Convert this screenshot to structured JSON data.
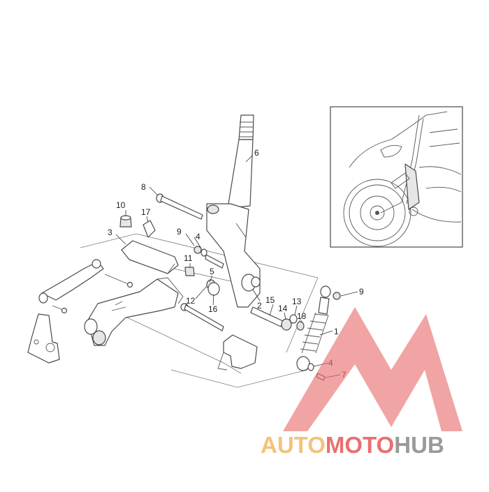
{
  "callouts": [
    {
      "label": "1"
    },
    {
      "label": "2"
    },
    {
      "label": "3"
    },
    {
      "label": "4"
    },
    {
      "label": "4"
    },
    {
      "label": "5"
    },
    {
      "label": "6"
    },
    {
      "label": "7"
    },
    {
      "label": "8"
    },
    {
      "label": "9"
    },
    {
      "label": "9"
    },
    {
      "label": "10"
    },
    {
      "label": "11"
    },
    {
      "label": "12"
    },
    {
      "label": "13"
    },
    {
      "label": "14"
    },
    {
      "label": "15"
    },
    {
      "label": "16"
    },
    {
      "label": "17"
    },
    {
      "label": "18"
    }
  ],
  "watermark": {
    "part1": "AUTO",
    "part2": "MOTO",
    "part3": "HUB",
    "color_orange": "#f5c27a",
    "color_red": "#e87070",
    "color_grey": "#9a9a9a"
  }
}
